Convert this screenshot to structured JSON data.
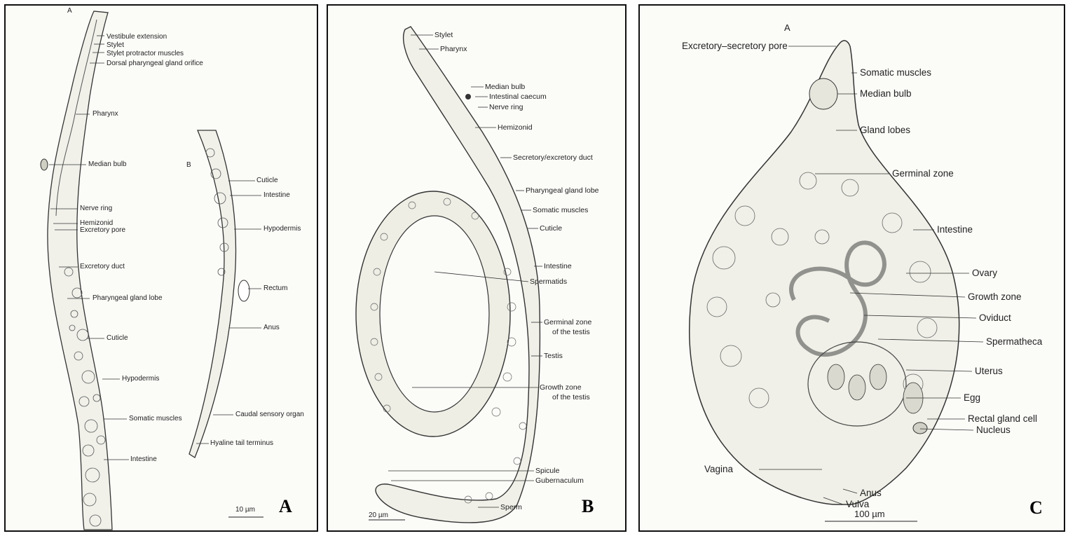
{
  "panels": {
    "a": {
      "corner_letter": "A",
      "sub_a": "A",
      "sub_b": "B",
      "scale": "10 µm",
      "labels_a": [
        "Vestibule extension",
        "Stylet",
        "Stylet protractor muscles",
        "Dorsal pharyngeal gland orifice",
        "Pharynx",
        "Median bulb",
        "Nerve ring",
        "Hemizonid",
        "Excretory pore",
        "Excretory duct",
        "Pharyngeal gland lobe",
        "Cuticle",
        "Hypodermis",
        "Somatic muscles",
        "Intestine"
      ],
      "labels_b": [
        "Cuticle",
        "Intestine",
        "Hypodermis",
        "Rectum",
        "Anus",
        "Caudal sensory organ",
        "Hyaline tail terminus"
      ]
    },
    "b": {
      "corner_letter": "B",
      "scale": "20 µm",
      "labels": [
        "Stylet",
        "Pharynx",
        "Median bulb",
        "Intestinal caecum",
        "Nerve ring",
        "Hemizonid",
        "Secretory/excretory duct",
        "Pharyngeal gland lobe",
        "Somatic muscles",
        "Cuticle",
        "Intestine",
        "Spermatids",
        "Germinal zone",
        "of the testis",
        "Testis",
        "Growth zone",
        "of the testis",
        "Spicule",
        "Gubernaculum",
        "Sperm"
      ]
    },
    "c": {
      "corner_letter": "C",
      "sub_a": "A",
      "scale": "100 µm",
      "labels": [
        "Excretory–secretory pore",
        "Somatic muscles",
        "Median bulb",
        "Gland lobes",
        "Germinal zone",
        "Intestine",
        "Ovary",
        "Growth zone",
        "Oviduct",
        "Spermatheca",
        "Uterus",
        "Egg",
        "Rectal gland cell",
        "Nucleus",
        "Vagina",
        "Anus",
        "Vulva"
      ]
    }
  }
}
